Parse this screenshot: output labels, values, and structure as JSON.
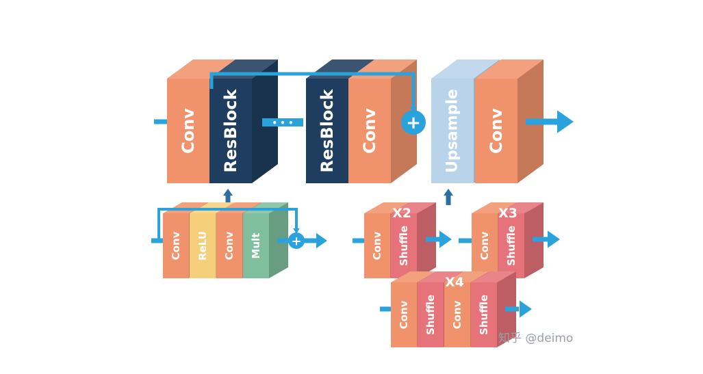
{
  "colors": {
    "conv": "#f0936c",
    "resblock": "#1f3d5e",
    "upsample": "#b9d3ea",
    "relu": "#f6cf7a",
    "mult": "#7fbf9e",
    "shuffle": "#e6737a",
    "arrow": "#2aa3dc",
    "arrow_dark": "#2d6ea5"
  },
  "top_row": {
    "blocks": [
      {
        "label": "Conv",
        "kind": "conv"
      },
      {
        "label": "ResBlock",
        "kind": "resblock"
      },
      {
        "label": "ResBlock",
        "kind": "resblock"
      },
      {
        "label": "Conv",
        "kind": "conv"
      },
      {
        "label": "Upsample",
        "kind": "upsample"
      },
      {
        "label": "Conv",
        "kind": "conv"
      }
    ],
    "ellipsis": "• • •",
    "add_symbol": "+"
  },
  "resblock_detail": {
    "blocks": [
      {
        "label": "Conv",
        "kind": "conv"
      },
      {
        "label": "ReLU",
        "kind": "relu"
      },
      {
        "label": "Conv",
        "kind": "conv"
      },
      {
        "label": "Mult",
        "kind": "mult"
      }
    ],
    "add_symbol": "+"
  },
  "upsample_x2": {
    "multiplier": "X2",
    "blocks": [
      {
        "label": "Conv",
        "kind": "conv"
      },
      {
        "label": "Shuffle",
        "kind": "shuffle"
      }
    ]
  },
  "upsample_x3": {
    "multiplier": "X3",
    "blocks": [
      {
        "label": "Conv",
        "kind": "conv"
      },
      {
        "label": "Shuffle",
        "kind": "shuffle"
      }
    ]
  },
  "upsample_x4": {
    "multiplier": "X4",
    "blocks": [
      {
        "label": "Conv",
        "kind": "conv"
      },
      {
        "label": "Shuffle",
        "kind": "shuffle"
      },
      {
        "label": "Conv",
        "kind": "conv"
      },
      {
        "label": "Shuffle",
        "kind": "shuffle"
      }
    ]
  },
  "watermark": "知乎 @deimo"
}
